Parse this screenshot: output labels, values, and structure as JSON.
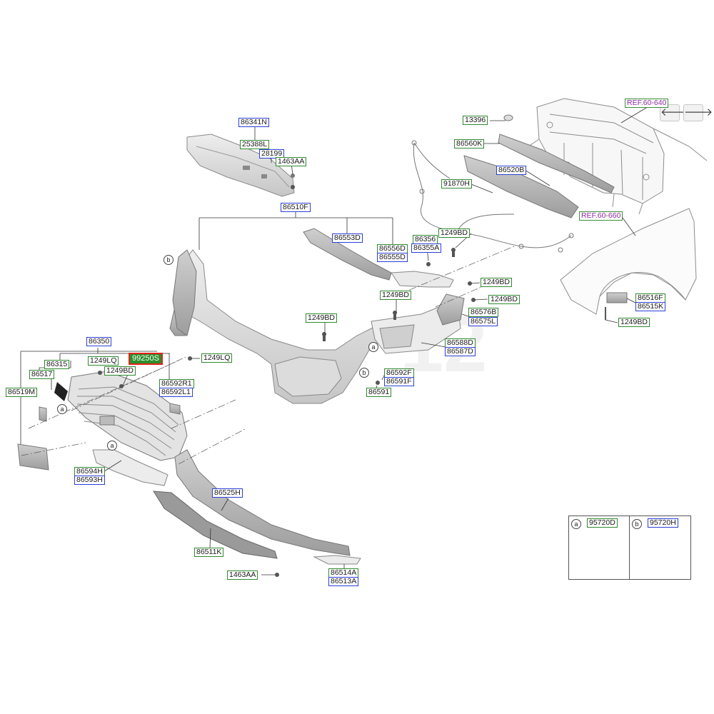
{
  "labels": {
    "l86341N": "86341N",
    "l25388L": "25388L",
    "l28199": "28199",
    "l1463AA_top": "1463AA",
    "l86510F": "86510F",
    "l13396": "13396",
    "lREF60_640": "REF.60-640",
    "l86560K": "86560K",
    "l86520B": "86520B",
    "l91870H": "91870H",
    "lREF60_660": "REF.60-660",
    "l86553D": "86553D",
    "l86356": "86356",
    "l86355A": "86355A",
    "l1249BD_a": "1249BD",
    "l86556D": "86556D",
    "l86555D": "86555D",
    "l1249BD_b": "1249BD",
    "l1249BD_c": "1249BD",
    "l1249BD_d": "1249BD",
    "l86576B": "86576B",
    "l86575L": "86575L",
    "l86516F": "86516F",
    "l86515K": "86515K",
    "l1249BD_e": "1249BD",
    "l1249BD_f": "1249BD",
    "l86588D": "86588D",
    "l86587D": "86587D",
    "l86350": "86350",
    "l86315": "86315",
    "l1249LQ_a": "1249LQ",
    "l99250S": "99250S",
    "l1249LQ_b": "1249LQ",
    "l86517": "86517",
    "l1249BD_g": "1249BD",
    "l86519M": "86519M",
    "l86592R1": "86592R1",
    "l86592L1": "86592L1",
    "l86592F": "86592F",
    "l86591F": "86591F",
    "l86591": "86591",
    "l86594H": "86594H",
    "l86593H": "86593H",
    "l86525H": "86525H",
    "l86511K": "86511K",
    "l1463AA_bot": "1463AA",
    "l86514A": "86514A",
    "l86513A": "86513A",
    "l95720D": "95720D",
    "l95720H": "95720H"
  },
  "callouts": {
    "a": "a",
    "b": "b"
  },
  "nav": {
    "prev": "🡐",
    "next": "🡒",
    "prev_icon": "arrow-left-icon",
    "next_icon": "arrow-right-icon"
  },
  "watermark": "12",
  "colors": {
    "label_border_green": "#2f8a2f",
    "label_border_blue": "#2c3fd6",
    "highlight_fill": "#2c8f2c",
    "highlight_border": "#e2231a",
    "ref_text": "#8e2ca3"
  }
}
